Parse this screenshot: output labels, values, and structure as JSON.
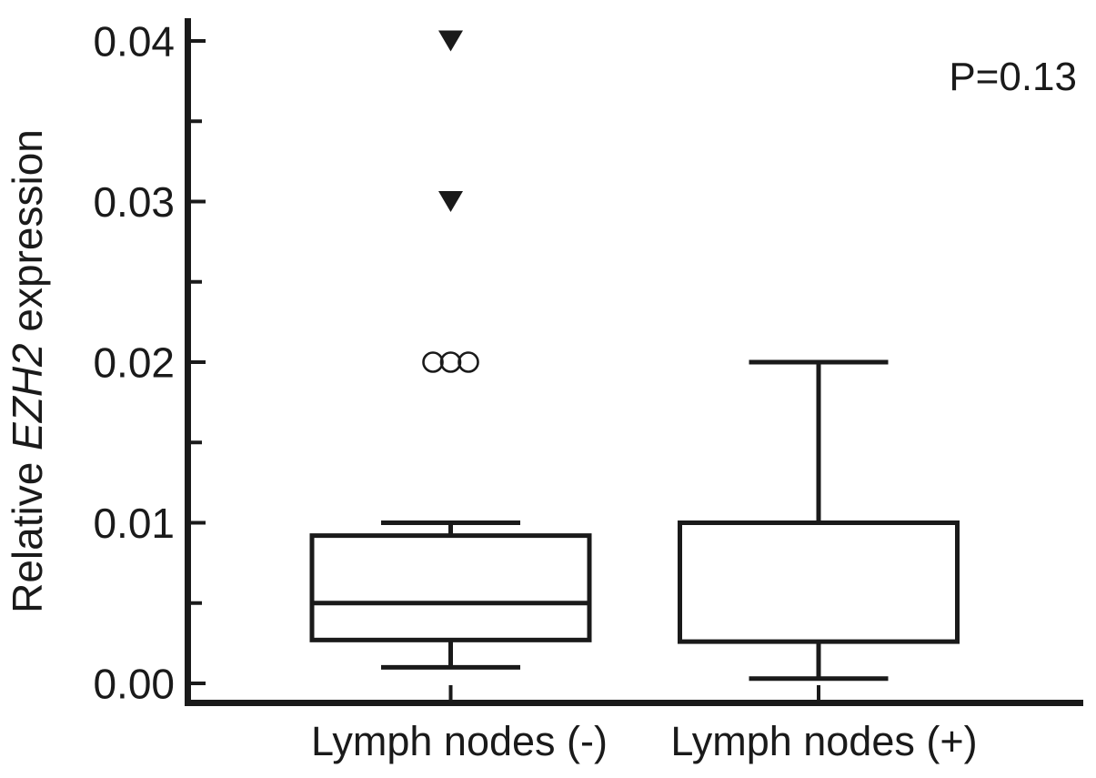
{
  "figure": {
    "background": "#ffffff",
    "ink_color": "#1a1a1a"
  },
  "chart_data": {
    "type": "box",
    "title": "",
    "xlabel": "",
    "ylabel": "Relative EZH2 expression",
    "ylabel_rich": [
      {
        "text": "Relative ",
        "italic": false
      },
      {
        "text": "EZH2",
        "italic": true
      },
      {
        "text": " expression",
        "italic": false
      }
    ],
    "p_value_label": "P=0.13",
    "categories": [
      "Lymph nodes (-)",
      "Lymph nodes (+)"
    ],
    "ylim": [
      0,
      0.0414
    ],
    "grid": false,
    "legend": null,
    "y_axis": {
      "major_ticks": [
        0.0,
        0.01,
        0.02,
        0.03,
        0.04
      ],
      "major_tick_labels": [
        "0.00",
        "0.01",
        "0.02",
        "0.03",
        "0.04"
      ],
      "minor_ticks": [
        0.005,
        0.015,
        0.025,
        0.035
      ]
    },
    "groups": [
      {
        "label": "Lymph nodes (-)",
        "whisker_low": 0.001,
        "q1": 0.0027,
        "median": 0.005,
        "q3": 0.0092,
        "whisker_high": 0.01,
        "median_visible": true,
        "outliers": [
          {
            "value": 0.04,
            "marker": "filled-triangle-down",
            "count": 1
          },
          {
            "value": 0.03,
            "marker": "filled-triangle-down",
            "count": 1
          },
          {
            "value": 0.02,
            "marker": "open-circle",
            "count": 3
          }
        ]
      },
      {
        "label": "Lymph nodes (+)",
        "whisker_low": 0.0003,
        "q1": 0.0026,
        "median": null,
        "q3": 0.01,
        "whisker_high": 0.02,
        "median_visible": false,
        "outliers": []
      }
    ]
  }
}
